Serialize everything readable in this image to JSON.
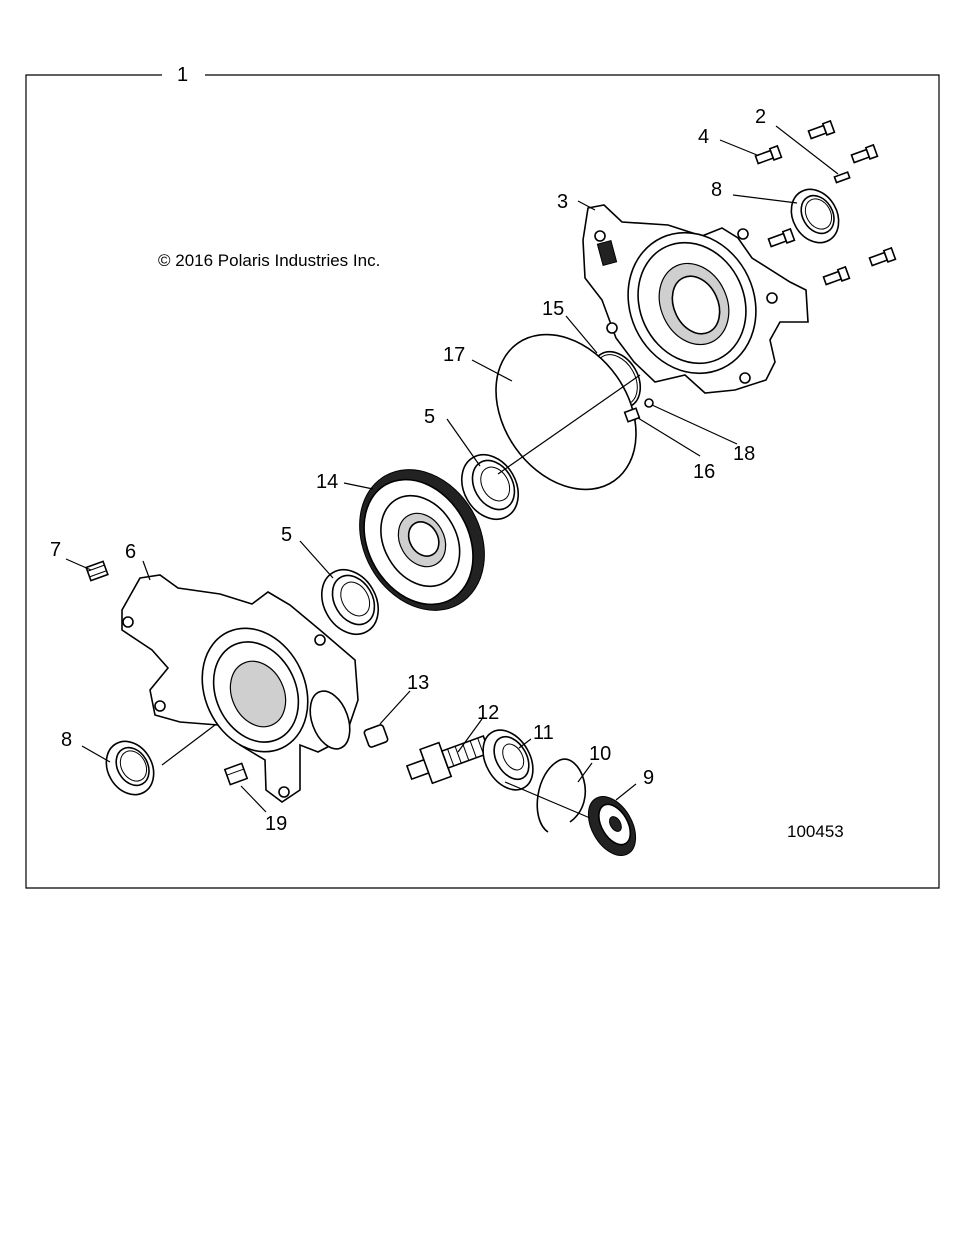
{
  "diagram": {
    "assembly_label": "1",
    "copyright": "© 2016 Polaris Industries Inc.",
    "figure_number": "100453",
    "callouts": [
      "2",
      "3",
      "4",
      "5",
      "5",
      "6",
      "7",
      "8",
      "8",
      "9",
      "10",
      "11",
      "12",
      "13",
      "14",
      "15",
      "16",
      "17",
      "18",
      "19"
    ]
  }
}
